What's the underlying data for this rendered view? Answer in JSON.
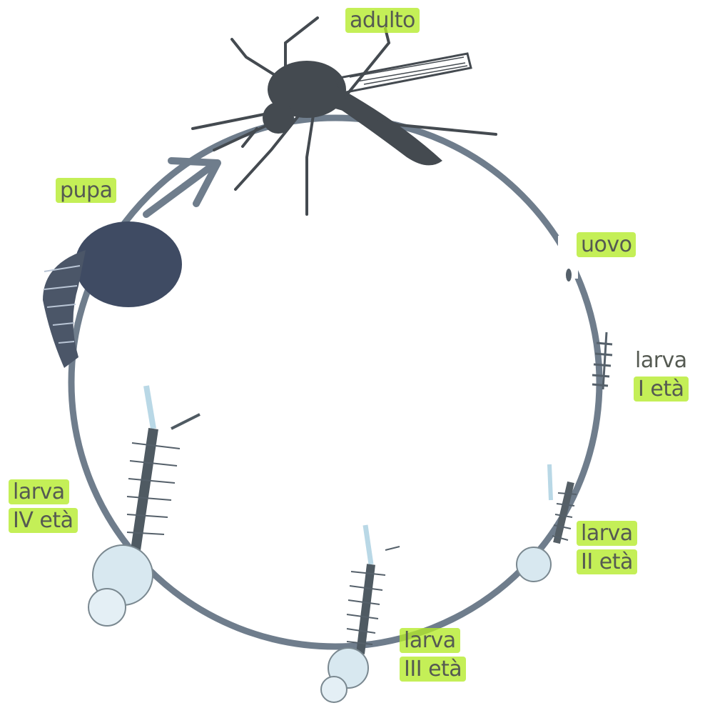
{
  "labels": {
    "adult": "adulto",
    "egg": "uovo",
    "pupa": "pupa",
    "larva1": {
      "line1": "larva",
      "line2": "I età"
    },
    "larva2": {
      "line1": "larva",
      "line2": "II età"
    },
    "larva3": {
      "line1": "larva",
      "line2": "III età"
    },
    "larva4": {
      "line1": "larva",
      "line2": "IV età"
    }
  },
  "colors": {
    "highlight": "#b4eb28",
    "cycle_line": "#6f7d8c",
    "insect": "#444a50",
    "larva_body": "#b9d8e6"
  }
}
